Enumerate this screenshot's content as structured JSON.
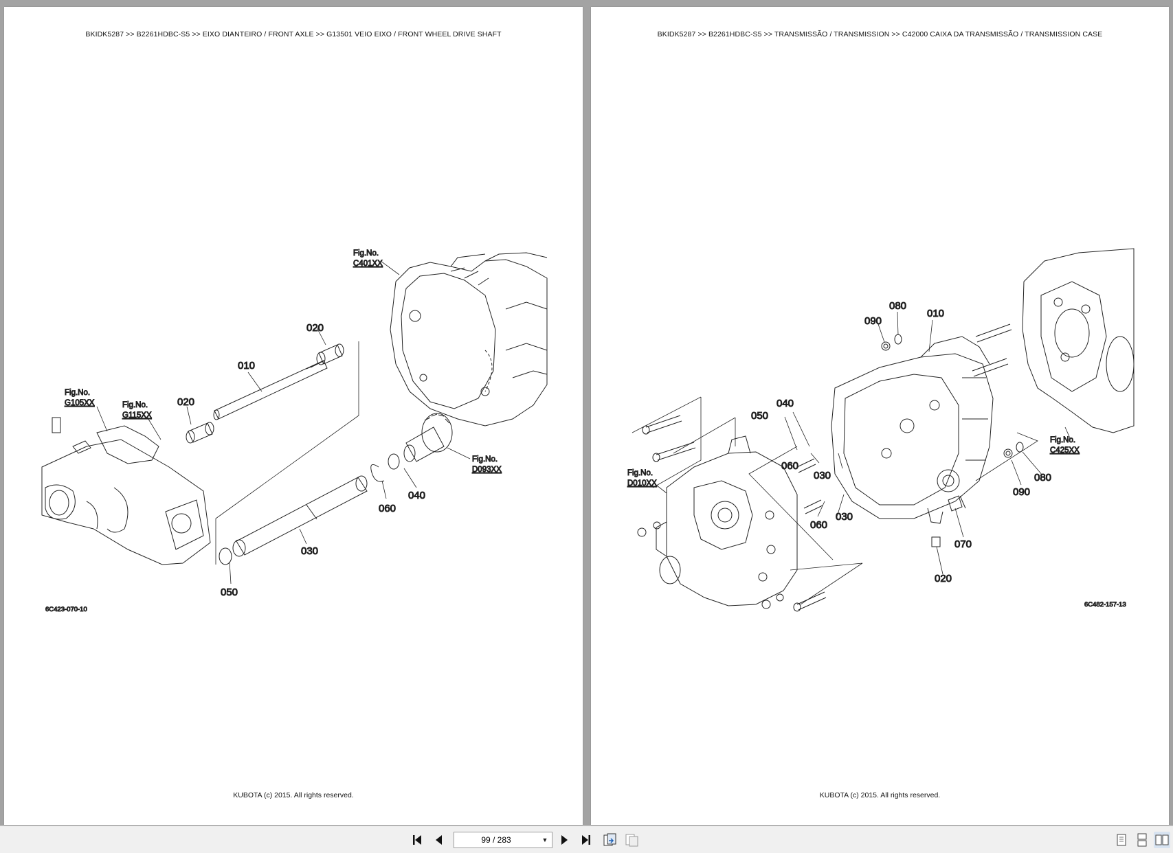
{
  "pages": [
    {
      "breadcrumb": "BKIDK5287 >> B2261HDBC-S5 >> EIXO DIANTEIRO / FRONT AXLE >> G13501   VEIO EIXO / FRONT WHEEL DRIVE SHAFT",
      "callouts": {
        "c010": "010",
        "c020a": "020",
        "c020b": "020",
        "c030": "030",
        "c040": "040",
        "c050": "050",
        "c060": "060"
      },
      "fig_refs": {
        "c401": {
          "label": "Fig.No.",
          "code": "C401XX"
        },
        "g105": {
          "label": "Fig.No.",
          "code": "G105XX"
        },
        "g115": {
          "label": "Fig.No.",
          "code": "G115XX"
        },
        "d093": {
          "label": "Fig.No.",
          "code": "D093XX"
        }
      },
      "drawing_code": "6C423-070-10",
      "copyright": "KUBOTA (c) 2015. All rights reserved."
    },
    {
      "breadcrumb": "BKIDK5287 >> B2261HDBC-S5 >> TRANSMISSÃO / TRANSMISSION >> C42000   CAIXA DA TRANSMISSÃO / TRANSMISSION CASE",
      "callouts": {
        "c080a": "080",
        "c090a": "090",
        "c010": "010",
        "c040": "040",
        "c050": "050",
        "c060a": "060",
        "c030a": "030",
        "c060b": "060",
        "c030b": "030",
        "c090b": "090",
        "c080b": "080",
        "c070": "070",
        "c020": "020"
      },
      "fig_refs": {
        "d010": {
          "label": "Fig.No.",
          "code": "D010XX"
        },
        "c425": {
          "label": "Fig.No.",
          "code": "C425XX"
        }
      },
      "drawing_code": "6C482-157-13",
      "copyright": "KUBOTA (c) 2015. All rights reserved."
    }
  ],
  "toolbar": {
    "page_indicator": "99 / 283",
    "icons": [
      "first-page-icon",
      "prev-page-icon",
      "next-page-icon",
      "last-page-icon",
      "fit-page-icon",
      "fit-width-icon",
      "single-page-view-icon",
      "continuous-view-icon",
      "two-page-view-icon"
    ]
  }
}
